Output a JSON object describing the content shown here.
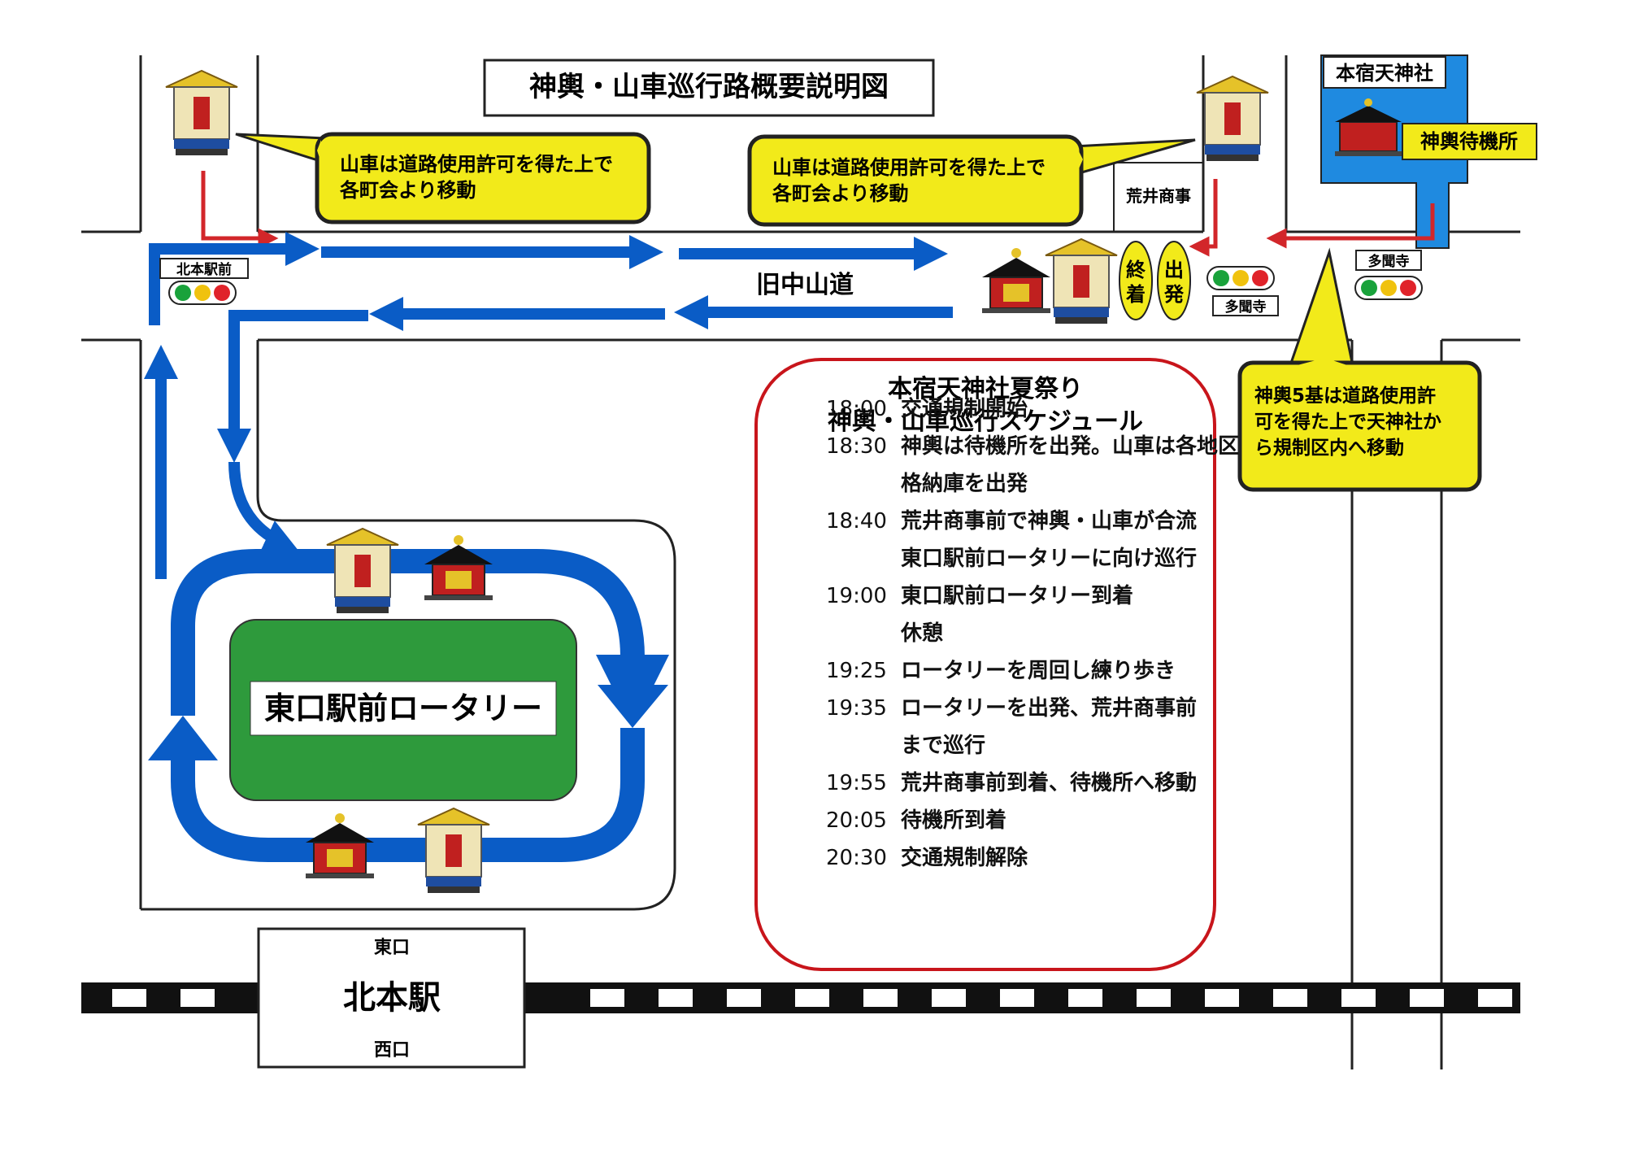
{
  "title": "神輿・山車巡行路概要説明図",
  "shrine": {
    "name": "本宿天神社",
    "waiting_area": "神輿待機所"
  },
  "callouts": {
    "left": [
      "山車は道路使用許可を得た上で",
      "各町会より移動"
    ],
    "right": [
      "山車は道路使用許可を得た上で",
      "各町会より移動"
    ],
    "mikoshi": [
      "神輿5基は道路使用許",
      "可を得た上で天神社か",
      "ら規制区内へ移動"
    ]
  },
  "places": {
    "arai_store": "荒井商事",
    "kitamoto_ekimae": "北本駅前",
    "tamonji_1": "多聞寺",
    "tamonji_2": "多聞寺",
    "road": "旧中山道",
    "goal": [
      "終",
      "着"
    ],
    "start": [
      "出",
      "発"
    ],
    "rotary": "東口駅前ロータリー"
  },
  "station": {
    "name": "北本駅",
    "east": "東口",
    "west": "西口"
  },
  "schedule": {
    "title1": "本宿天神社夏祭り",
    "title2": "神輿・山車巡行スケジュール",
    "rows": [
      {
        "time": "18:00",
        "text": "交通規制開始"
      },
      {
        "time": "18:30",
        "text": "神輿は待機所を出発。山車は各地区"
      },
      {
        "time": "",
        "text": "格納庫を出発"
      },
      {
        "time": "18:40",
        "text": "荒井商事前で神輿・山車が合流"
      },
      {
        "time": "",
        "text": "東口駅前ロータリーに向け巡行"
      },
      {
        "time": "19:00",
        "text": "東口駅前ロータリー到着"
      },
      {
        "time": "",
        "text": "休憩"
      },
      {
        "time": "19:25",
        "text": "ロータリーを周回し練り歩き"
      },
      {
        "time": "19:35",
        "text": "ロータリーを出発、荒井商事前"
      },
      {
        "time": "",
        "text": "まで巡行"
      },
      {
        "time": "19:55",
        "text": "荒井商事前到着、待機所へ移動"
      },
      {
        "time": "20:05",
        "text": "待機所到着"
      },
      {
        "time": "20:30",
        "text": "交通規制解除"
      }
    ]
  },
  "colors": {
    "route_blue": "#0a5cc6",
    "shrine_blue": "#1f8ae0",
    "callout_yellow": "#f2ea1a",
    "rotary_green": "#2e9a3c",
    "access_red": "#d2262a",
    "schedule_border": "#c8151b"
  }
}
